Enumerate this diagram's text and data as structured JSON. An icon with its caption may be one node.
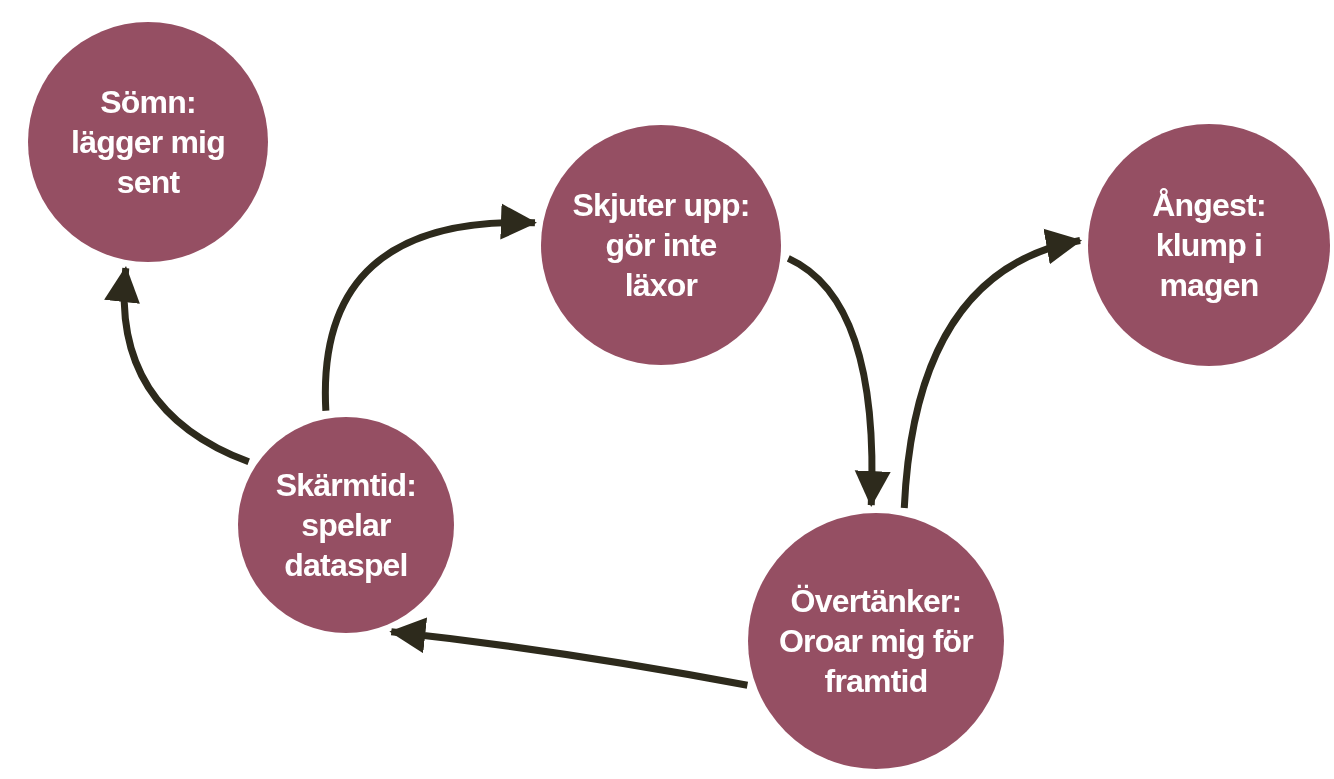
{
  "diagram": {
    "nodes": [
      {
        "text": [
          "Sömn: lägger mig sent"
        ]
      },
      {
        "text": [
          "Skjuter upp: gör inte läxor"
        ]
      },
      {
        "text": [
          "Ångest: klump i magen"
        ]
      },
      {
        "text": [
          "Skärmtid: spelar dataspel"
        ]
      },
      {
        "text": [
          "Övertänker: Oroar mig för framtid"
        ]
      }
    ],
    "edges": [
      {
        "from": 3,
        "to": 0,
        "arrow": "to"
      },
      {
        "from": 3,
        "to": 1,
        "arrow": "to"
      },
      {
        "from": 1,
        "to": 4,
        "arrow": "to"
      },
      {
        "from": 4,
        "to": 2,
        "arrow": "to"
      },
      {
        "from": 4,
        "to": 3,
        "arrow": "to"
      }
    ]
  }
}
